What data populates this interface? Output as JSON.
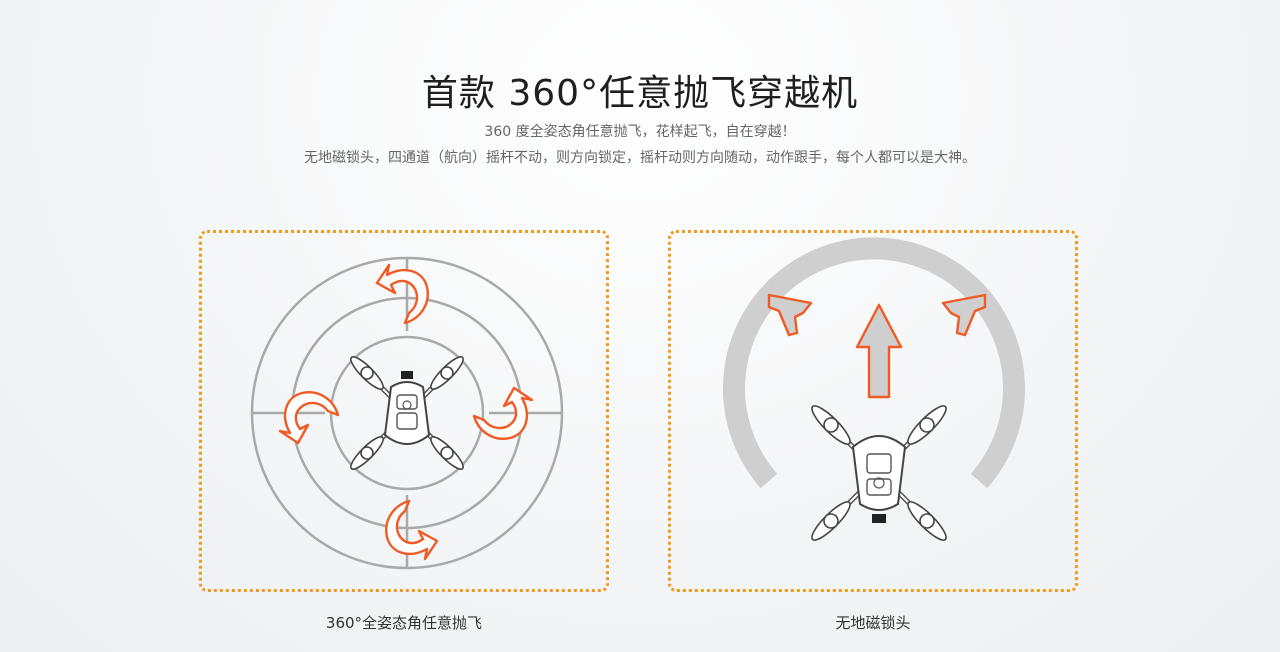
{
  "heading": "首款 360°任意抛飞穿越机",
  "description": {
    "line1": "360 度全姿态角任意抛飞，花样起飞，自在穿越！",
    "line2": "无地磁锁头，四通道（航向）摇杆不动，则方向锁定，摇杆动则方向随动，动作跟手，每个人都可以是大神。"
  },
  "features": [
    {
      "caption": "360°全姿态角任意抛飞",
      "illustration": "drone-rotation-rings",
      "arrow_color": "#f05a24"
    },
    {
      "caption": "无地磁锁头",
      "illustration": "drone-heading-arc",
      "arrow_color": "#f05a24"
    }
  ],
  "colors": {
    "accent_border": "#f29a1e",
    "arrow": "#f05a24",
    "ring": "#a9a9a9",
    "arc": "#cfcfcf"
  }
}
